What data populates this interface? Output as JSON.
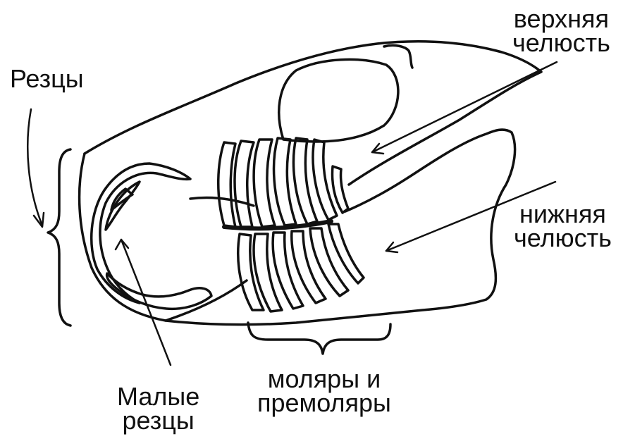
{
  "labels": {
    "upper_jaw": [
      "верхняя",
      "челюсть"
    ],
    "lower_jaw": [
      "нижняя",
      "челюсть"
    ],
    "incisors": "Резцы",
    "small_incisors": [
      "Малые",
      "резцы"
    ],
    "molars": [
      "моляры и",
      "премоляры"
    ]
  },
  "style": {
    "stroke": "#111111",
    "background": "#ffffff"
  }
}
